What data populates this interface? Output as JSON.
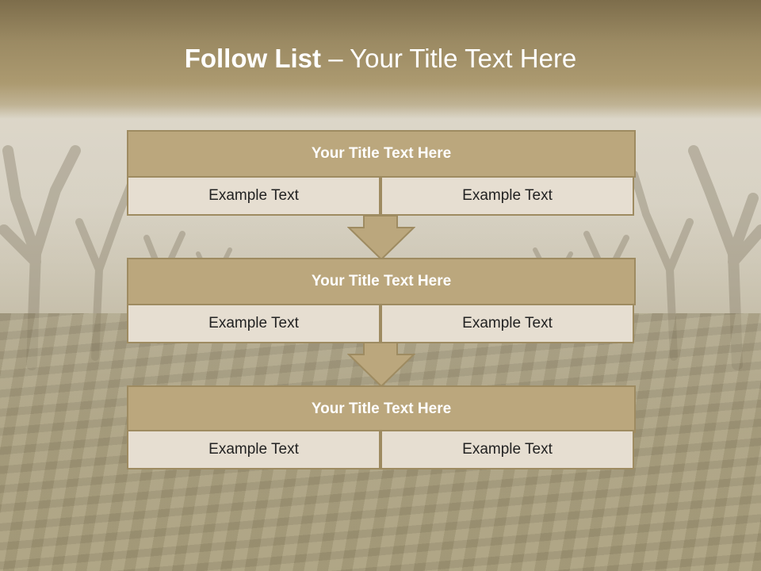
{
  "slide": {
    "title_bold": "Follow List",
    "title_rest": " – Your Title Text Here"
  },
  "steps": [
    {
      "title": "Your Title Text Here",
      "left": "Example Text",
      "right": "Example Text"
    },
    {
      "title": "Your Title Text Here",
      "left": "Example Text",
      "right": "Example Text"
    },
    {
      "title": "Your Title Text Here",
      "left": "Example Text",
      "right": "Example Text"
    }
  ],
  "colors": {
    "header": "#9b8a63",
    "box_title": "#bba77d",
    "box_cell": "#e6ded1",
    "border": "#9e8b61",
    "arrow": "#bba77d"
  }
}
